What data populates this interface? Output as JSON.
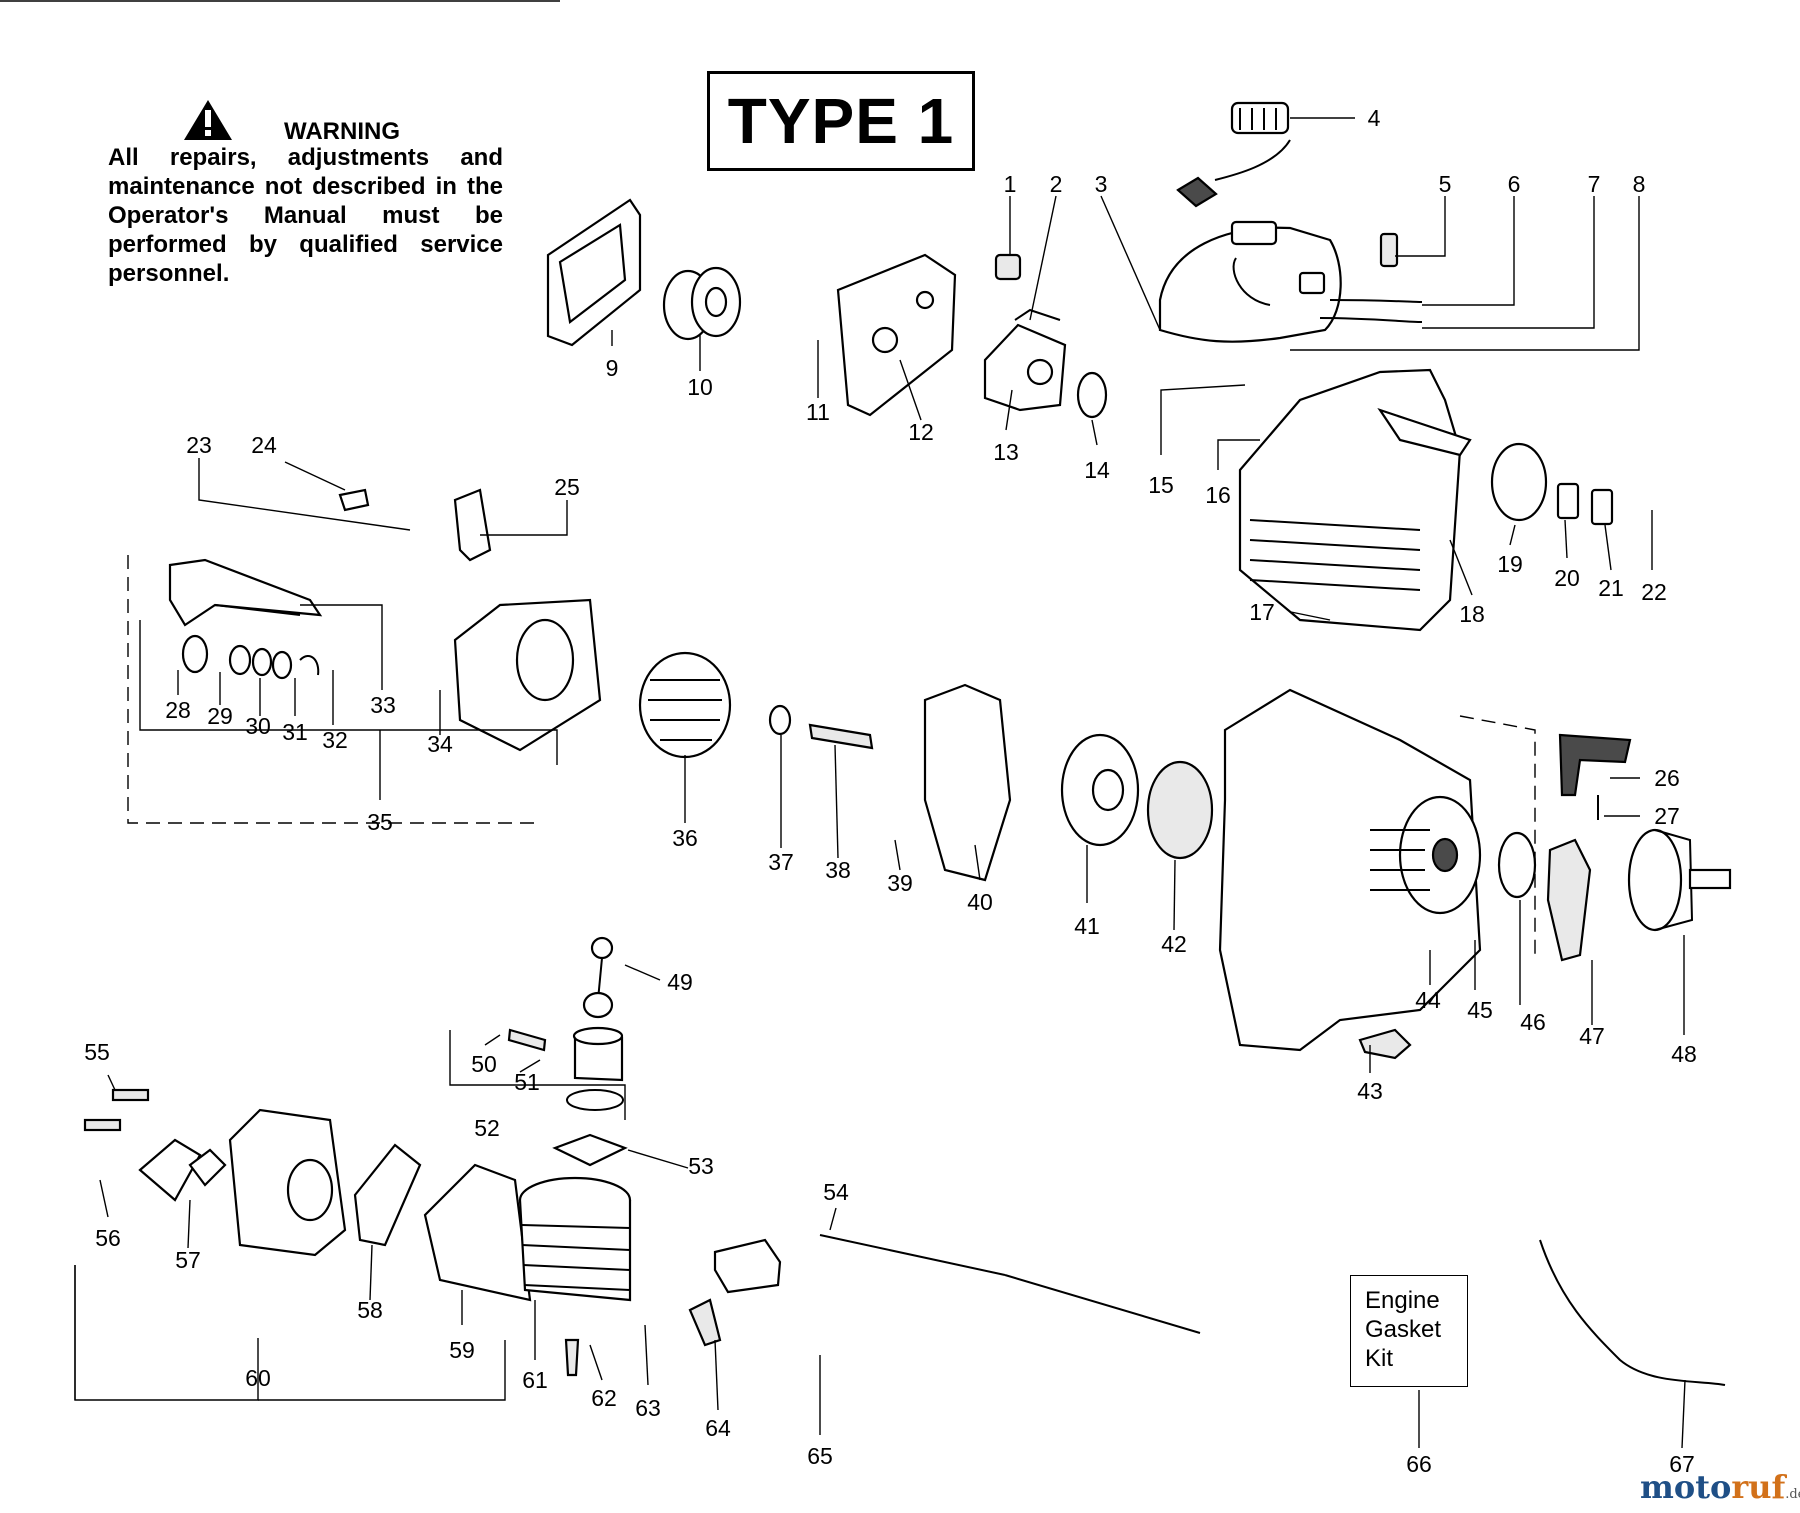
{
  "warning": {
    "heading": "WARNING",
    "body": "All repairs, adjustments and maintenance not described in the Operator's Manual must be performed by qualified service personnel."
  },
  "type_label": "TYPE 1",
  "kit_box": {
    "line1": "Engine",
    "line2": "Gasket",
    "line3": "Kit"
  },
  "watermark": {
    "part1": "moto",
    "part2": "ruf",
    "part3": ".de"
  },
  "part_numbers": [
    "1",
    "2",
    "3",
    "4",
    "5",
    "6",
    "7",
    "8",
    "9",
    "10",
    "11",
    "12",
    "13",
    "14",
    "15",
    "16",
    "17",
    "18",
    "19",
    "20",
    "21",
    "22",
    "23",
    "24",
    "25",
    "26",
    "27",
    "28",
    "29",
    "30",
    "31",
    "32",
    "33",
    "34",
    "35",
    "36",
    "37",
    "38",
    "39",
    "40",
    "41",
    "42",
    "43",
    "44",
    "45",
    "46",
    "47",
    "48",
    "49",
    "50",
    "51",
    "52",
    "53",
    "54",
    "55",
    "56",
    "57",
    "58",
    "59",
    "60",
    "61",
    "62",
    "63",
    "64",
    "65",
    "66",
    "67"
  ]
}
